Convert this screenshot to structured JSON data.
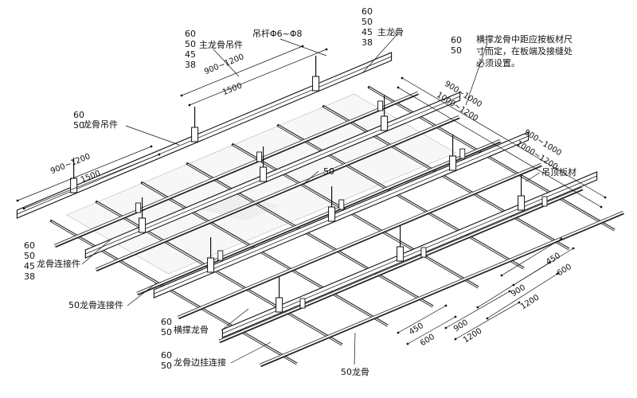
{
  "labels": {
    "main_sizes_top": [
      "60",
      "50",
      "45",
      "38"
    ],
    "main_keel": "主龙骨",
    "hanger_rod": "吊杆Φ6~Φ8",
    "main_sizes_left": [
      "60",
      "50",
      "45",
      "38"
    ],
    "main_keel_hanger": "主龙骨吊件",
    "note_sizes": [
      "60",
      "50"
    ],
    "note_text": "横撑龙骨中距应按板材尺寸而定，在板端及接缝处必须设置。",
    "keel_hanger_sizes": [
      "60",
      "50"
    ],
    "keel_hanger": "龙骨吊件",
    "size_50": "50",
    "ceiling_board": "吊顶板材",
    "keel_connector_sizes": [
      "60",
      "50",
      "45",
      "38"
    ],
    "keel_connector": "龙骨连接件",
    "keel50_connector": "50龙骨连接件",
    "cross_sizes": [
      "60",
      "50"
    ],
    "cross_keel": "横撑龙骨",
    "edge_sizes": [
      "60",
      "50"
    ],
    "edge_connector": "龙骨边挂连接",
    "keel50": "50龙骨"
  },
  "dimensions": {
    "top_900_1200": "900~1200",
    "top_1500": "1500",
    "right_900_1000_a": "900~1000",
    "right_1000_1200_a": "1000~1200",
    "right_900_1000_b": "900~1000",
    "right_1000_1200_b": "1000~1200",
    "left_900_1200": "900~1200",
    "left_1500": "1500",
    "r_450": "450",
    "r_600": "600",
    "r_900": "900",
    "r_1200": "1200",
    "b_450": "450",
    "b_600": "600",
    "b_900": "900",
    "b_1200": "1200"
  }
}
